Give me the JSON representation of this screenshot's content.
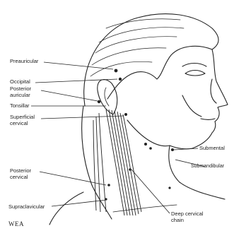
{
  "labels": {
    "preauricular": "Preauricular",
    "occipital": "Occipital",
    "posterior_auricular_1": "Posterior",
    "posterior_auricular_2": "auricular",
    "tonsillar": "Tonsillar",
    "superficial_cervical_1": "Superficial",
    "superficial_cervical_2": "cervical",
    "posterior_cervical_1": "Posterior",
    "posterior_cervical_2": "cervical",
    "supraclavicular": "Supraclavicular",
    "submental": "Submental",
    "submandibular": "Submandibular",
    "deep_cervical_1": "Deep cervical",
    "deep_cervical_2": "chain"
  },
  "credit": "WEA"
}
